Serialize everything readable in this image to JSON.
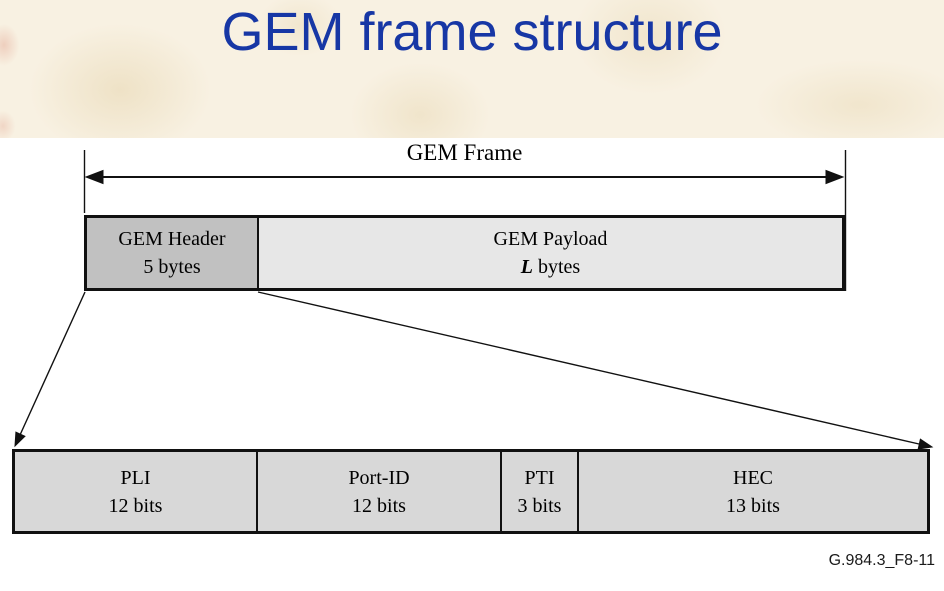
{
  "slide": {
    "title": "GEM frame structure",
    "figure_id": "G.984.3_F8-11"
  },
  "frame_diagram": {
    "span_label": "GEM Frame",
    "upper_boxes": [
      {
        "title": "GEM Header",
        "qty_em": "",
        "qty": "5 bytes"
      },
      {
        "title": "GEM Payload",
        "qty_em": "L",
        "qty": " bytes"
      }
    ],
    "header_fields": [
      {
        "name": "PLI",
        "size": "12 bits"
      },
      {
        "name": "Port-ID",
        "size": "12 bits"
      },
      {
        "name": "PTI",
        "size": "3 bits"
      },
      {
        "name": "HEC",
        "size": "13 bits"
      }
    ]
  },
  "icons": {
    "gem_frame_extent": "double-headed-arrow-icon",
    "header_expansion": "expansion-arrow-icons"
  },
  "colors": {
    "title_blue": "#1737a5",
    "banner_cream": "#f8f1e2",
    "header_box_gray": "#c1c1c1",
    "payload_box_gray": "#e7e7e7",
    "field_box_gray": "#d8d8d8",
    "line_black": "#111111",
    "figure_id_text": "#1a1a1a"
  }
}
